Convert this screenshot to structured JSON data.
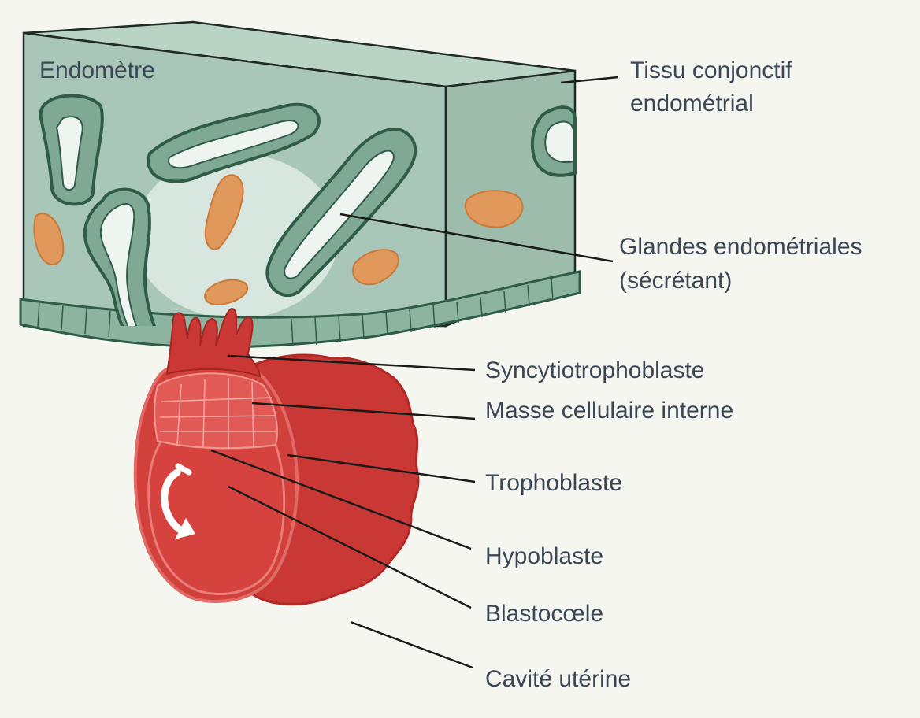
{
  "labels": {
    "endometre": "Endomètre",
    "tissu_line1": "Tissu conjonctif",
    "tissu_line2": "endométrial",
    "glandes_line1": "Glandes endométriales",
    "glandes_line2": "(sécrétant)",
    "syncytio": "Syncytiotrophoblaste",
    "masse": "Masse cellulaire interne",
    "tropho": "Trophoblaste",
    "hypo": "Hypoblaste",
    "blasto": "Blastocœle",
    "cavite": "Cavité utérine"
  },
  "colors": {
    "tissue": "#a9c7b8",
    "tissue_side": "#9dbcac",
    "gland_wall": "#7fa895",
    "gland_outline": "#2f5c47",
    "gland_lumen": "#eef4f0",
    "stroma_cells": "#e0995a",
    "embryo": "#cf3a36",
    "embryo_dark": "#b12a27",
    "embryo_light": "#e06a66",
    "text": "#3b4654",
    "leader": "#1a1a1a"
  },
  "icons": {
    "rotation_arrow": "curved-arrow-icon"
  }
}
